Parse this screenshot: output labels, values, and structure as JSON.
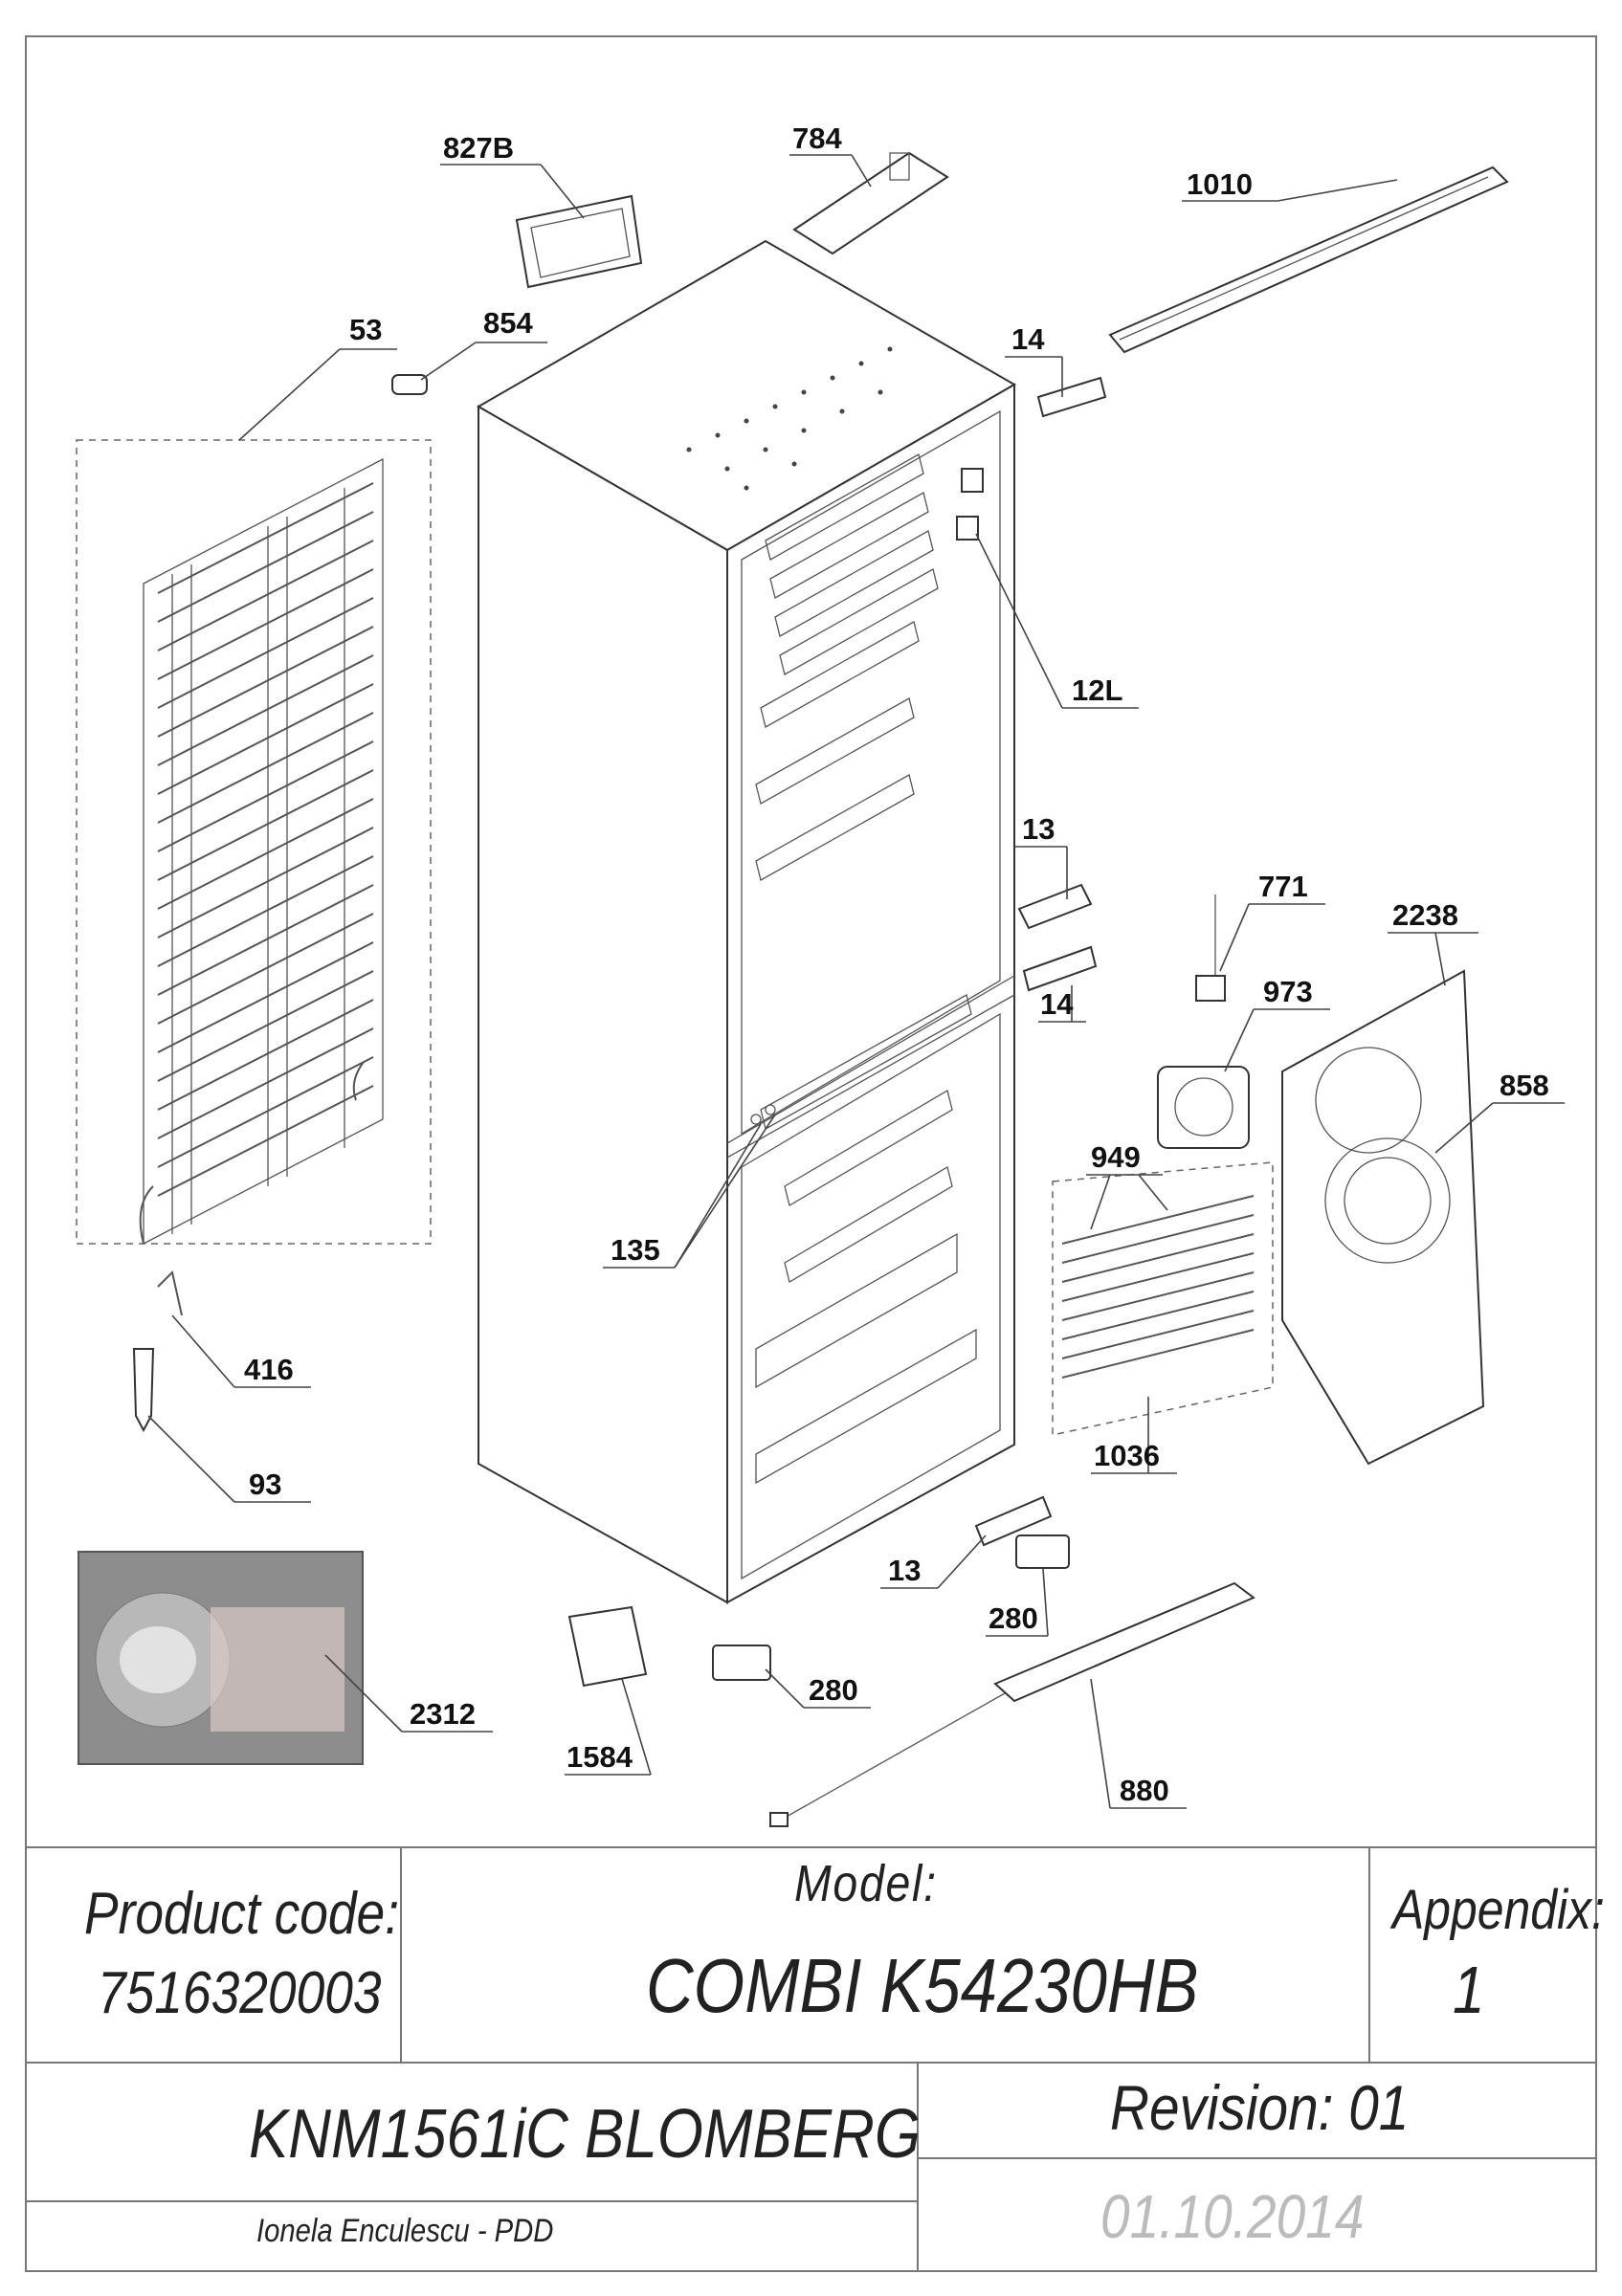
{
  "diagram": {
    "part_labels": [
      "827B",
      "784",
      "1010",
      "53",
      "854",
      "14",
      "12L",
      "13",
      "771",
      "2238",
      "973",
      "14",
      "858",
      "949",
      "135",
      "416",
      "93",
      "1036",
      "13",
      "280",
      "280",
      "2312",
      "1584",
      "880"
    ]
  },
  "title_block": {
    "product_code_label": "Product code:",
    "product_code": "7516320003",
    "model_label": "Model:",
    "model": "COMBI K54230HB",
    "appendix_label": "Appendix:",
    "appendix": "1",
    "variant": "KNM1561iC BLOMBERG",
    "revision": "Revision: 01",
    "author": "Ionela Enculescu - PDD",
    "date": "01.10.2014"
  },
  "colors": {
    "line": "#444444",
    "frame": "#777777",
    "date_text": "#bbbbbb"
  }
}
